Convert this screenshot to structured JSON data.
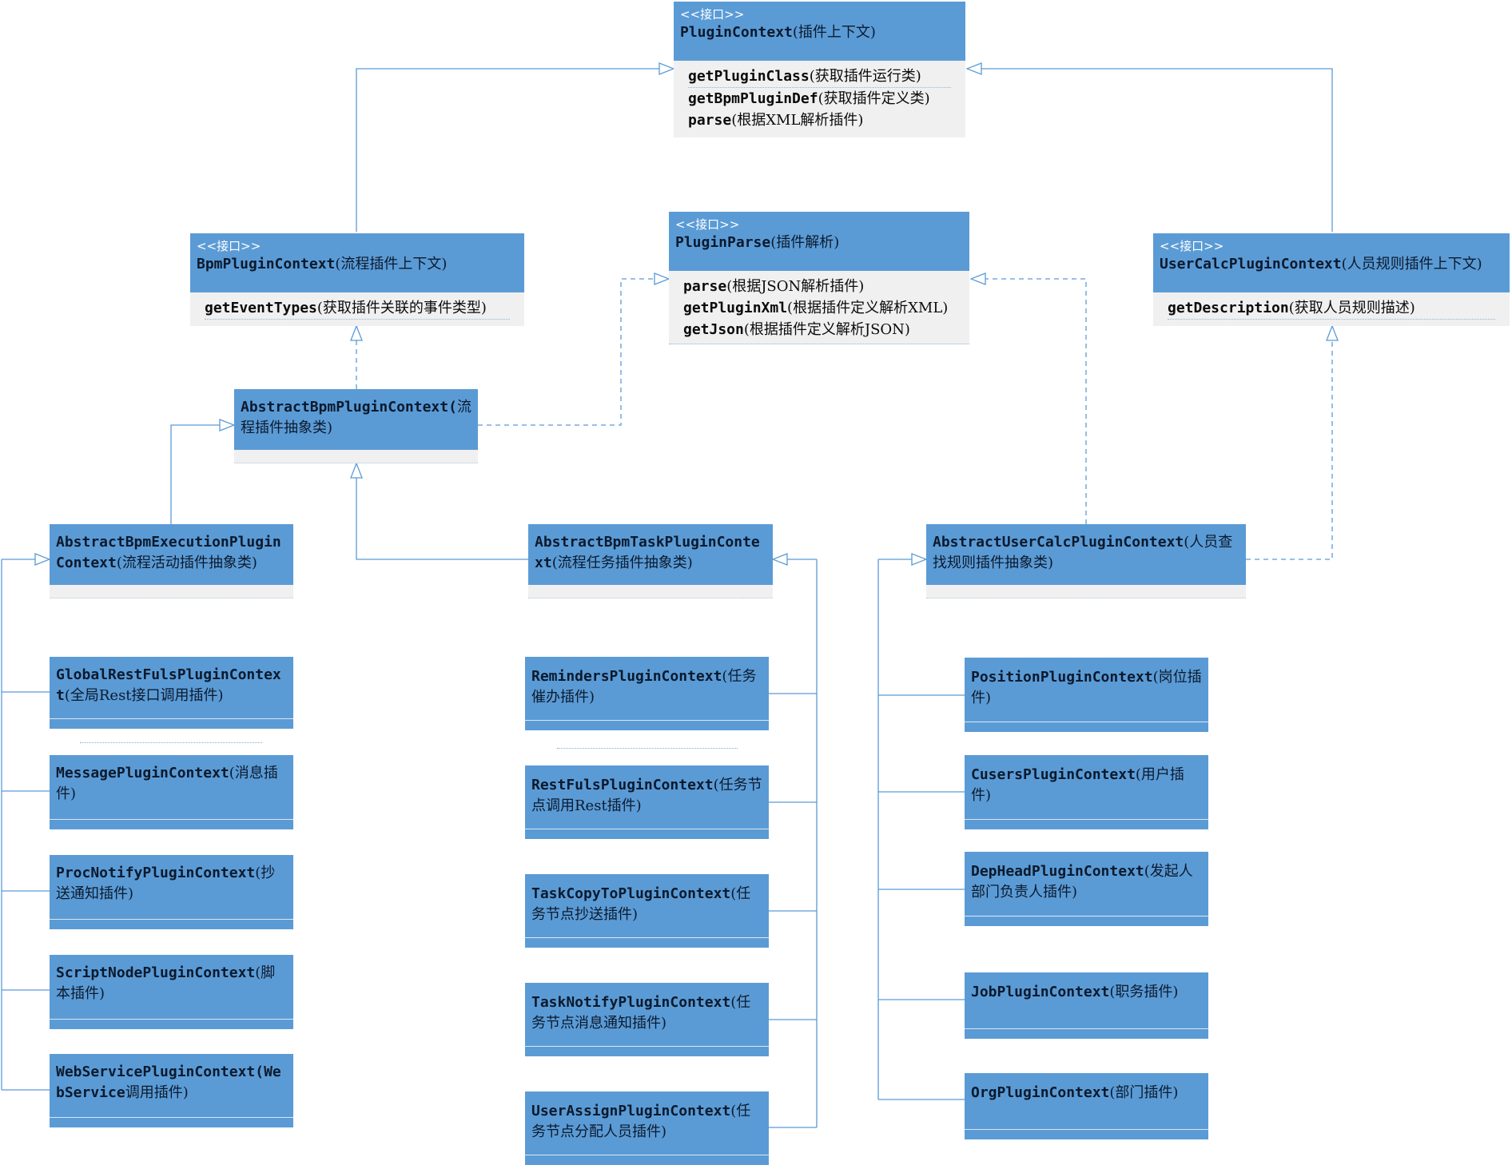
{
  "stereotype": "<<接口>>",
  "plugin_context": {
    "name": "PluginContext",
    "desc": "(插件上下文)",
    "methods": [
      {
        "name": "getPluginClass",
        "desc": "(获取插件运行类)"
      },
      {
        "name": "getBpmPluginDef",
        "desc": "(获取插件定义类)"
      },
      {
        "name": "parse",
        "desc": "(根据XML解析插件)"
      }
    ]
  },
  "plugin_parse": {
    "name": "PluginParse",
    "desc": "(插件解析)",
    "methods": [
      {
        "name": "parse",
        "desc": "(根据JSON解析插件)"
      },
      {
        "name": "getPluginXml",
        "desc": "(根据插件定义解析XML)"
      },
      {
        "name": "getJson",
        "desc": "(根据插件定义解析JSON)"
      }
    ]
  },
  "bpm_plugin_context": {
    "name": "BpmPluginContext",
    "desc": "(流程插件上下文)",
    "methods": [
      {
        "name": "getEventTypes",
        "desc": "(获取插件关联的事件类型)"
      }
    ]
  },
  "user_calc_plugin_context": {
    "name": "UserCalcPluginContext",
    "desc": "(人员规则插件上下文)",
    "methods": [
      {
        "name": "getDescription",
        "desc": "(获取人员规则描述)"
      }
    ]
  },
  "abstract_bpm_plugin_context": {
    "name": "AbstractBpmPluginContext(",
    "desc": "流程插件抽象类)"
  },
  "abstract_bpm_execution_plugin_context": {
    "name": "AbstractBpmExecutionPlugin Context",
    "desc": "(流程活动插件抽象类)"
  },
  "abstract_bpm_task_plugin_context": {
    "name": "AbstractBpmTaskPluginConte xt",
    "desc": "(流程任务插件抽象类)"
  },
  "abstract_user_calc_plugin_context": {
    "name": "AbstractUserCalcPluginContext",
    "desc": "(人员查找规则插件抽象类)"
  },
  "execution_plugins": [
    {
      "name": "GlobalRestFulsPluginContex t",
      "desc": "(全局Rest接口调用插件)"
    },
    {
      "name": "MessagePluginContext",
      "desc": "(消息插件)"
    },
    {
      "name": "ProcNotifyPluginContext",
      "desc": "(抄送通知插件)"
    },
    {
      "name": "ScriptNodePluginContext",
      "desc": "(脚本插件)"
    },
    {
      "name": "WebServicePluginContext(We bService",
      "desc": "调用插件)"
    }
  ],
  "task_plugins": [
    {
      "name": "RemindersPluginContext",
      "desc": "(任务催办插件)"
    },
    {
      "name": "RestFulsPluginContext",
      "desc": "(任务节点调用Rest插件)"
    },
    {
      "name": "TaskCopyToPluginContext",
      "desc": "(任务节点抄送插件)"
    },
    {
      "name": "TaskNotifyPluginContext",
      "desc": "(任务节点消息通知插件)"
    },
    {
      "name": "UserAssignPluginContext",
      "desc": "(任务节点分配人员插件)"
    }
  ],
  "user_calc_plugins": [
    {
      "name": "PositionPluginContext",
      "desc": "(岗位插件)"
    },
    {
      "name": "CusersPluginContext",
      "desc": "(用户插件)"
    },
    {
      "name": "DepHeadPluginContext",
      "desc": "(发起人部门负责人插件)"
    },
    {
      "name": "JobPluginContext",
      "desc": "(职务插件)"
    },
    {
      "name": "OrgPluginContext",
      "desc": "(部门插件)"
    }
  ],
  "colors": {
    "class_fill": "#5b9bd5",
    "body_fill": "#f0f0f0",
    "connector": "#5b9bd5",
    "text": "#0b1a2e"
  }
}
